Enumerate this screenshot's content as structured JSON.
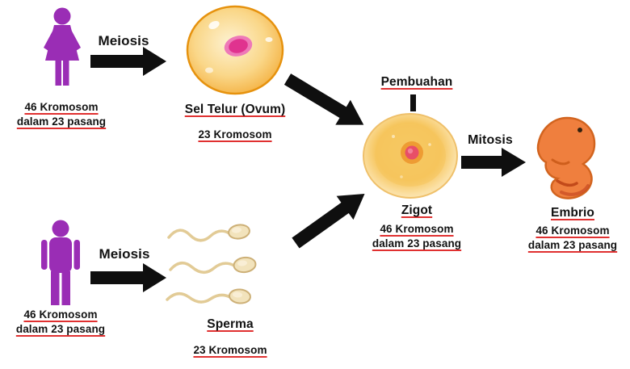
{
  "colors": {
    "figure_purple": "#9A2DB5",
    "arrow_black": "#0F0F0F",
    "underline_red": "#E03030",
    "cell_orange": "#F3A93C",
    "nucleus_pink": "#E0338F",
    "embryo_orange": "#EF7F3E",
    "sperm_cream": "#F2E3BC"
  },
  "female": {
    "icon": "female-figure-icon",
    "process": "Meiosis",
    "chromosomes": [
      "46 Kromosom",
      "dalam 23 pasang"
    ]
  },
  "male": {
    "icon": "male-figure-icon",
    "process": "Meiosis",
    "chromosomes": [
      "46 Kromosom",
      "dalam 23 pasang"
    ]
  },
  "egg": {
    "icon": "egg-cell-icon",
    "label": "Sel Telur (Ovum)",
    "chromosome": "23 Kromosom"
  },
  "sperm": {
    "icon": "sperm-cells-icon",
    "label": "Sperma",
    "chromosome": "23 Kromosom"
  },
  "fertilization": {
    "label": "Pembuahan"
  },
  "zygote": {
    "icon": "zygote-cell-icon",
    "label": "Zigot",
    "process": "Mitosis",
    "chromosomes": [
      "46 Kromosom",
      "dalam 23 pasang"
    ]
  },
  "embryo": {
    "icon": "embryo-icon",
    "label": "Embrio",
    "chromosomes": [
      "46 Kromosom",
      "dalam 23 pasang"
    ]
  }
}
